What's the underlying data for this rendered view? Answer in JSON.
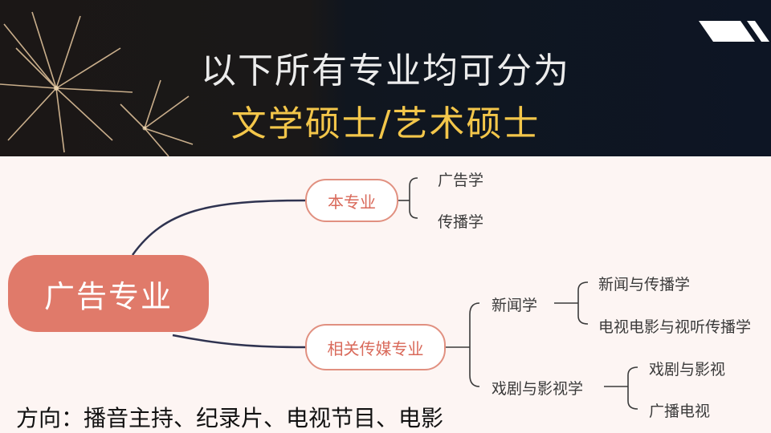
{
  "banner": {
    "title_line1": "以下所有专业均可分为",
    "title_line2": "文学硕士/艺术硕士"
  },
  "mindmap": {
    "root": "广告专业",
    "branch_main": "本专业",
    "branch_main_children": [
      "广告学",
      "传播学"
    ],
    "branch_related": "相关传媒专业",
    "sub1": "新闻学",
    "sub1_children": [
      "新闻与传播学",
      "电视电影与视听传播学"
    ],
    "sub2": "戏剧与影视学",
    "sub2_children": [
      "戏剧与影视",
      "广播电视"
    ]
  },
  "footer": {
    "direction": "方向：播音主持、纪录片、电视节目、电影"
  },
  "colors": {
    "accent": "#e07a6a",
    "title_gold": "#f3c64a",
    "line": "#2f3350"
  }
}
